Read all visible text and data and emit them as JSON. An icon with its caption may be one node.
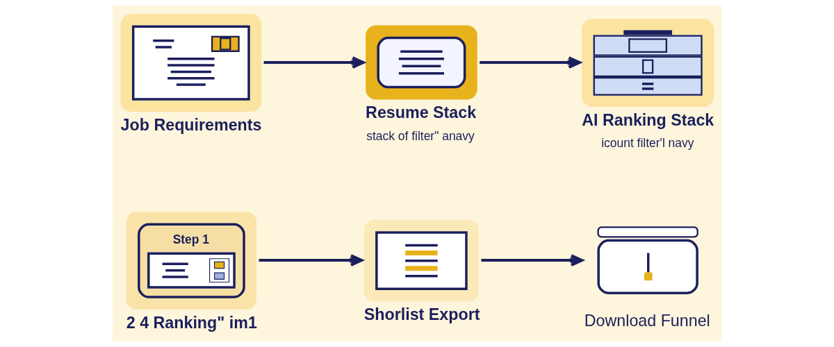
{
  "diagram": {
    "nodes": [
      {
        "text": [],
        "shape": "picture",
        "beside": [
          "Job Requirements"
        ]
      },
      {
        "text": [],
        "shape": "picture",
        "beside": [
          "Resume Stack",
          "stack of filter\" anavy"
        ]
      },
      {
        "text": [],
        "shape": "picture",
        "beside": [
          "AI Ranking Stack",
          "icount filter'l navy"
        ]
      },
      {
        "text": [
          "Step 1"
        ],
        "beside": [
          "2 4 Ranking\" im1"
        ]
      },
      {
        "text": [],
        "shape": "picture",
        "beside": [
          "Shorlist Export"
        ]
      },
      {
        "text": [],
        "shape": "picture",
        "beside": [
          "Download Funnel"
        ]
      }
    ],
    "edges": [
      {
        "from": 0,
        "to": 1,
        "arrow": "to"
      },
      {
        "from": 1,
        "to": 2,
        "arrow": "to"
      },
      {
        "from": 3,
        "to": 4,
        "arrow": "to"
      },
      {
        "from": 4,
        "to": 5,
        "arrow": "to"
      }
    ]
  }
}
